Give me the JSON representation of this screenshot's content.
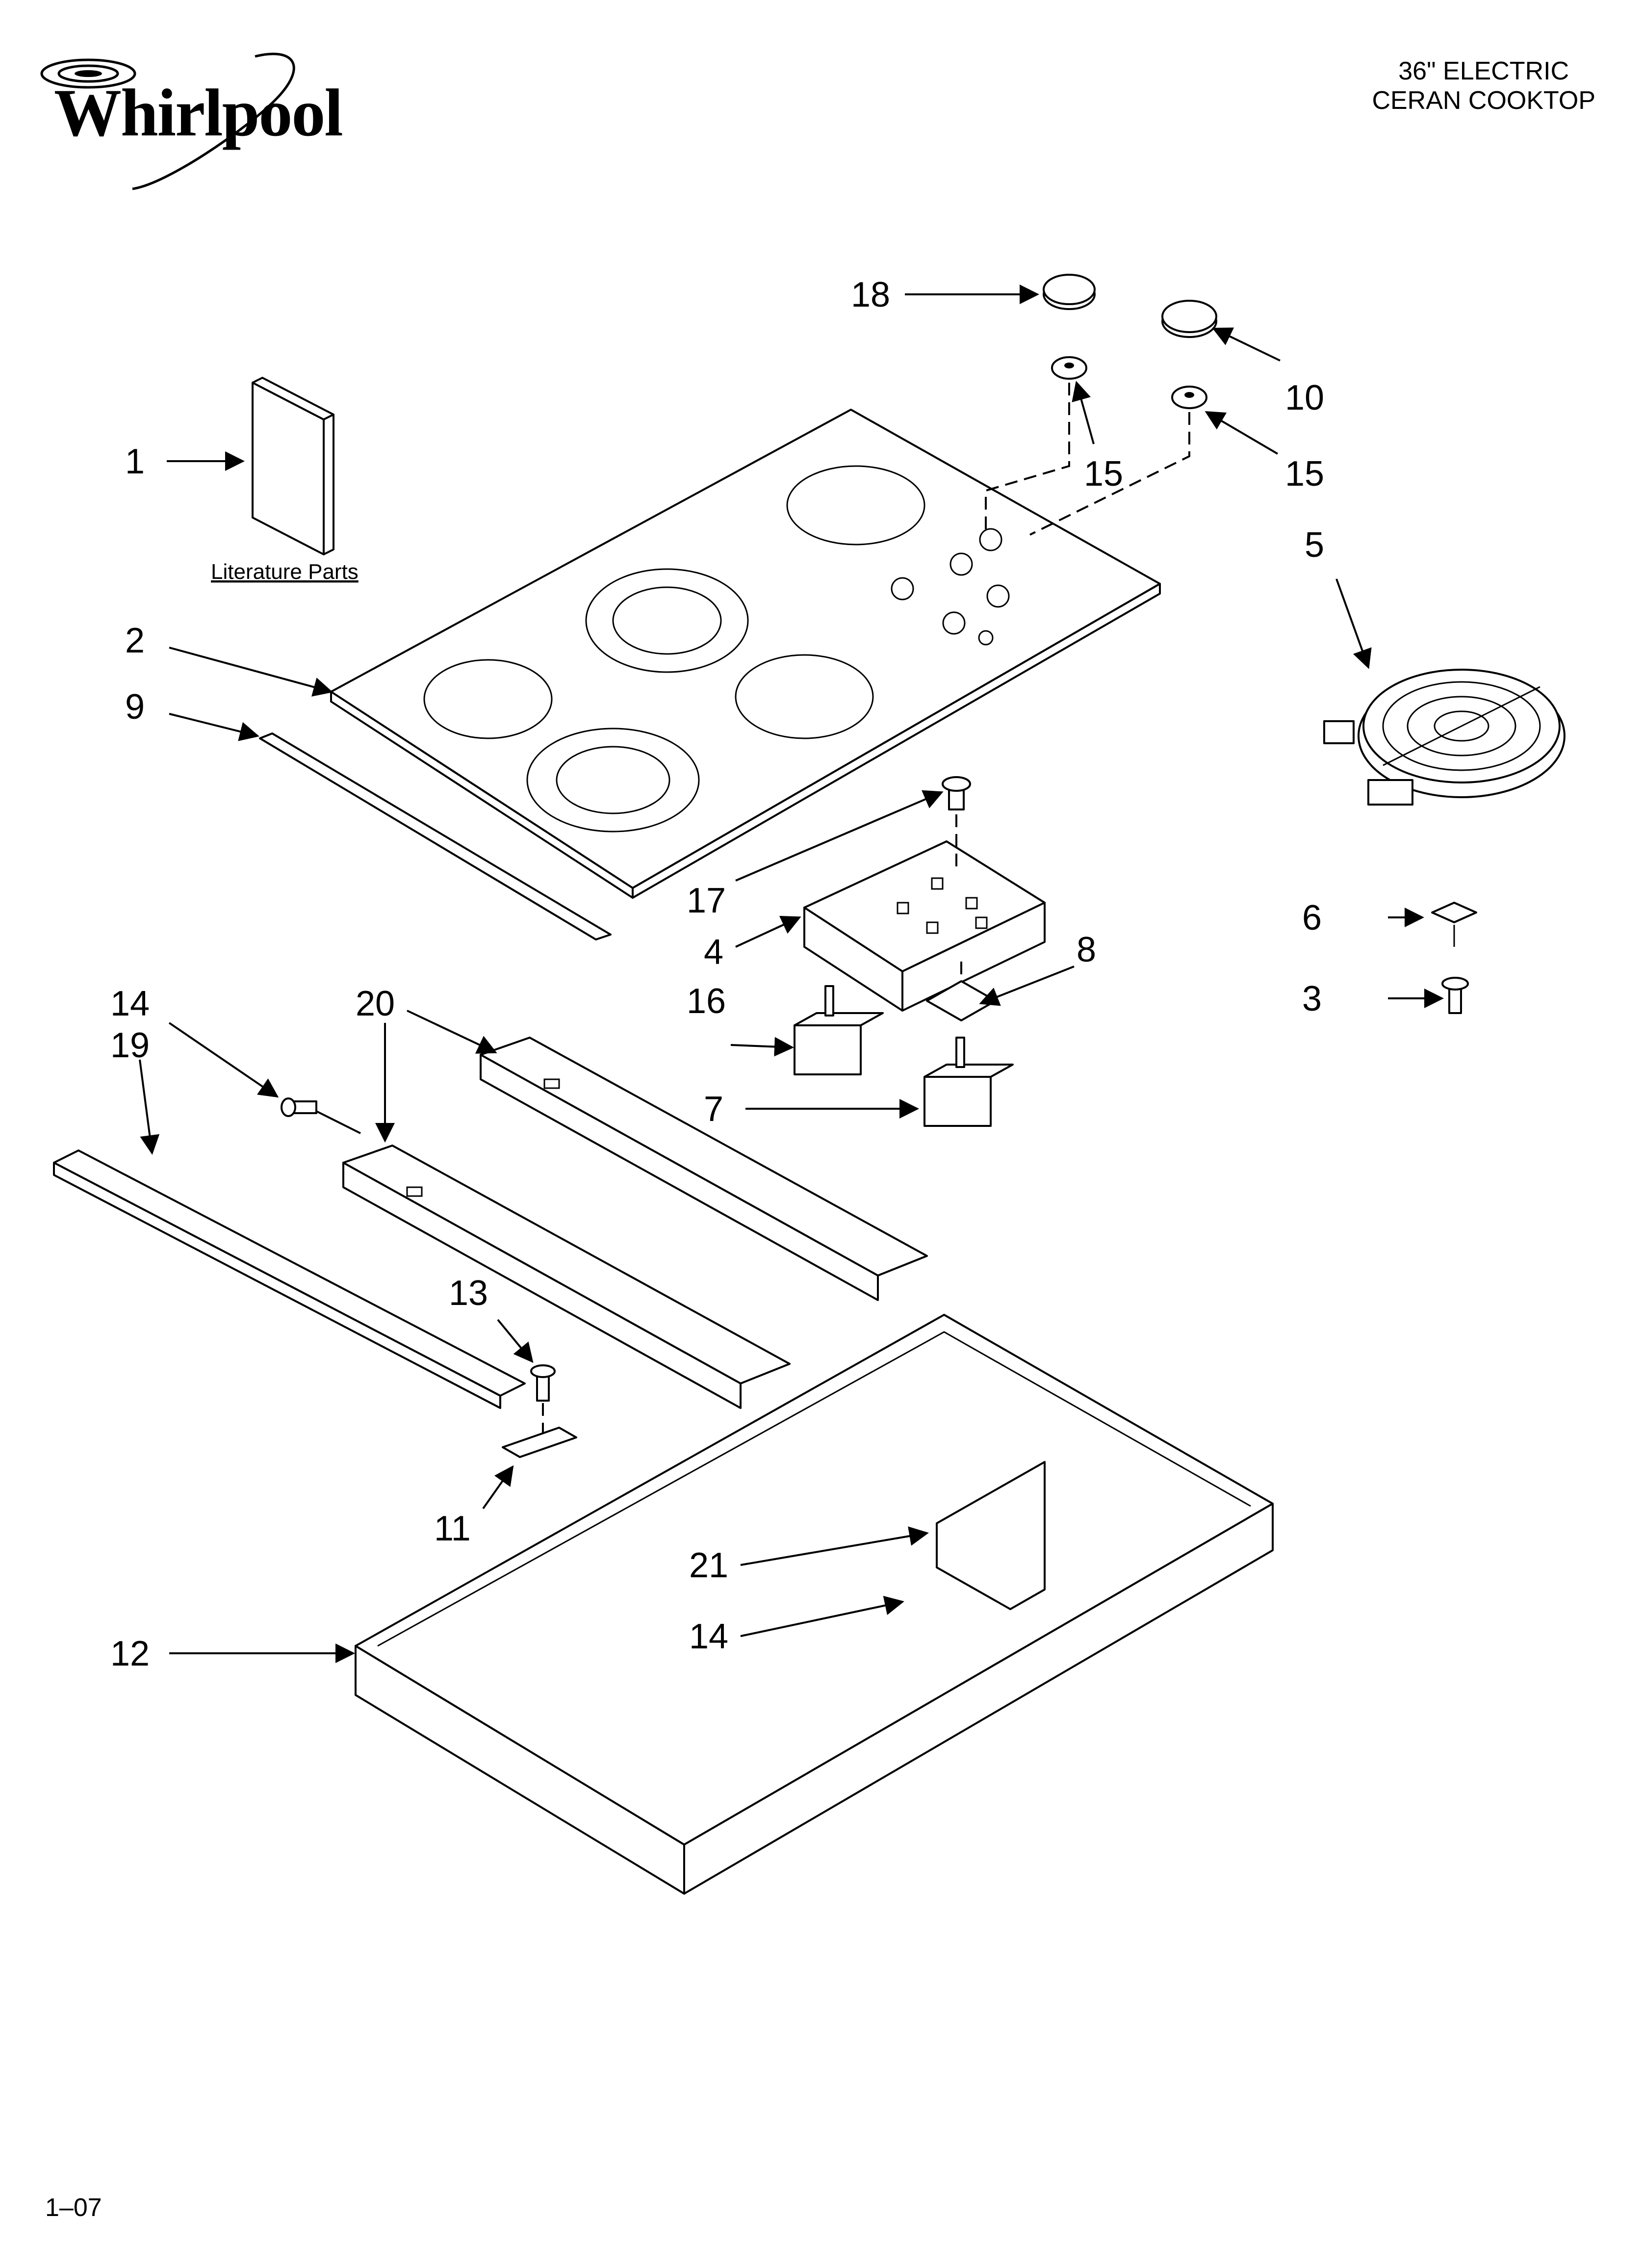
{
  "header": {
    "brand": "Whirlpool",
    "title_line1": "36\" ELECTRIC",
    "title_line2": "CERAN COOKTOP"
  },
  "footer": {
    "code": "1–07"
  },
  "literature": {
    "label": "Literature Parts"
  },
  "callouts": {
    "c1": "1",
    "c2": "2",
    "c3": "3",
    "c4": "4",
    "c5": "5",
    "c6": "6",
    "c7": "7",
    "c8": "8",
    "c9": "9",
    "c10": "10",
    "c11": "11",
    "c12": "12",
    "c13": "13",
    "c14a": "14",
    "c14b": "14",
    "c15a": "15",
    "c15b": "15",
    "c16": "16",
    "c17": "17",
    "c18": "18",
    "c19": "19",
    "c20": "20",
    "c21": "21"
  }
}
